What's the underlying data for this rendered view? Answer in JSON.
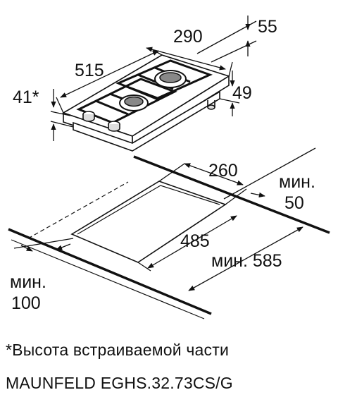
{
  "dimensions": {
    "hob_width": "290",
    "hob_depth": "515",
    "top_offset": "55",
    "side_height": "49",
    "embed_height": "41*",
    "cutout_width": "260",
    "cutout_depth": "485",
    "min_rear_label": "мин.",
    "min_rear_value": "50",
    "min_front_label": "мин.",
    "min_front_value": "100",
    "min_side": "мин. 585"
  },
  "footnote": "*Высота встраиваемой части",
  "model": "MAUNFELD EGHS.32.73CS/G",
  "colors": {
    "ink": "#111111",
    "background": "#ffffff"
  }
}
